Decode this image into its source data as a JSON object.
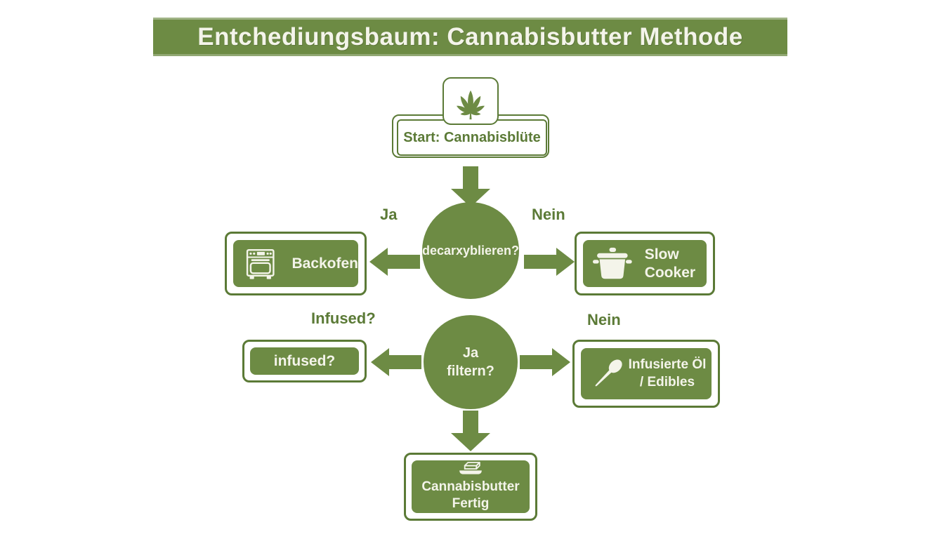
{
  "colors": {
    "green": "#6d8b44",
    "green_dark": "#5b7a36",
    "text_light": "#f4f4ea"
  },
  "title": "Entchediungsbaum: Cannabisbutter Methode",
  "start": {
    "label": "Start: Cannabisblüte",
    "icon": "cannabis-leaf-icon"
  },
  "decision1": {
    "label": "decarxyblieren?",
    "yes_label": "Ja",
    "no_label": "Nein"
  },
  "row1": {
    "left": {
      "label": "Backofen",
      "icon": "oven-icon"
    },
    "right": {
      "label": "Slow Cooker",
      "icon": "pot-icon"
    }
  },
  "decision2": {
    "line1": "Ja",
    "line2": "filtern?",
    "left_label": "Infused?",
    "right_label": "Nein"
  },
  "row2": {
    "left": {
      "label": "infused?"
    },
    "right": {
      "line1": "Infusierte Öl",
      "line2": "/ Edibles",
      "icon": "spoon-icon"
    }
  },
  "final": {
    "line1": "Cannabisbutter",
    "line2": "Fertig",
    "icon": "butter-dish-icon"
  }
}
